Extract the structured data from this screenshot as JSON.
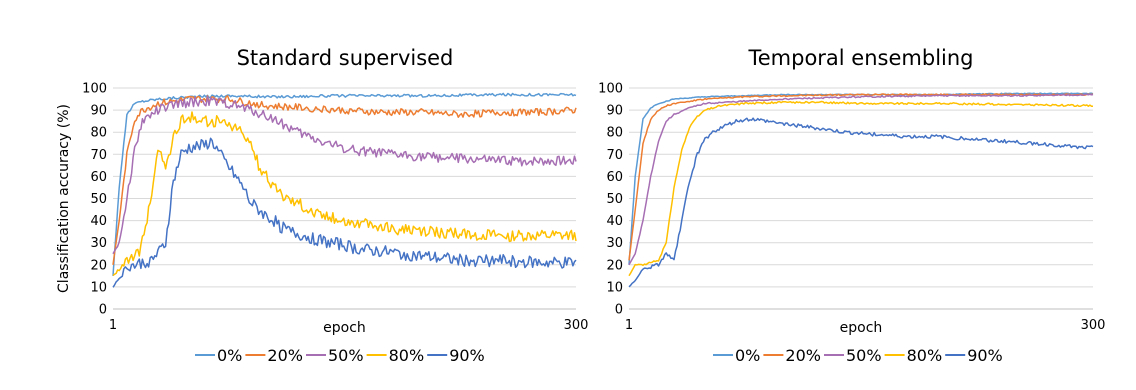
{
  "chart_data": [
    {
      "type": "line",
      "title": "Standard supervised",
      "xlabel": "epoch",
      "ylabel": "Classification accuracy (%)",
      "xlim": [
        1,
        300
      ],
      "ylim": [
        0,
        100
      ],
      "yticks": [
        "0",
        "10",
        "20",
        "30",
        "40",
        "50",
        "60",
        "70",
        "80",
        "90",
        "100"
      ],
      "xticks": [
        "1",
        "300"
      ],
      "grid": true,
      "legend_position": "bottom",
      "series": [
        {
          "name": "0%",
          "color": "#5b9bd5",
          "x": [
            1,
            5,
            10,
            15,
            20,
            30,
            50,
            75,
            100,
            150,
            200,
            250,
            300
          ],
          "y": [
            15,
            55,
            88,
            93,
            94,
            95,
            96,
            96.5,
            96,
            96.5,
            96.5,
            97,
            97
          ]
        },
        {
          "name": "20%",
          "color": "#ed7d31",
          "x": [
            1,
            5,
            10,
            15,
            20,
            30,
            50,
            75,
            100,
            125,
            150,
            175,
            200,
            225,
            250,
            275,
            300
          ],
          "y": [
            20,
            40,
            70,
            86,
            90,
            93,
            95,
            95,
            92,
            91,
            90,
            89,
            89,
            88,
            89,
            89,
            90
          ]
        },
        {
          "name": "50%",
          "color": "#a66eb3",
          "x": [
            1,
            5,
            10,
            15,
            20,
            30,
            45,
            60,
            75,
            90,
            105,
            120,
            135,
            150,
            165,
            180,
            200,
            225,
            250,
            275,
            300
          ],
          "y": [
            25,
            30,
            50,
            72,
            85,
            90,
            93,
            94,
            93,
            90,
            86,
            80,
            76,
            73,
            71,
            70,
            69,
            68,
            67,
            67,
            67
          ]
        },
        {
          "name": "80%",
          "color": "#ffc000",
          "x": [
            1,
            10,
            18,
            25,
            30,
            35,
            40,
            45,
            50,
            55,
            60,
            70,
            80,
            90,
            95,
            100,
            105,
            110,
            115,
            120,
            130,
            140,
            150,
            160,
            175,
            200,
            225,
            250,
            275,
            300
          ],
          "y": [
            15,
            22,
            25,
            48,
            72,
            65,
            77,
            85,
            87,
            86,
            85,
            85,
            82,
            75,
            65,
            60,
            55,
            52,
            50,
            48,
            44,
            42,
            40,
            39,
            37,
            35,
            34,
            33,
            33,
            33
          ]
        },
        {
          "name": "90%",
          "color": "#4472c4",
          "x": [
            1,
            5,
            10,
            15,
            20,
            25,
            30,
            35,
            40,
            45,
            50,
            60,
            65,
            70,
            75,
            80,
            85,
            90,
            95,
            100,
            105,
            110,
            115,
            120,
            125,
            130,
            140,
            150,
            160,
            175,
            200,
            225,
            250,
            275,
            300
          ],
          "y": [
            10,
            14,
            19,
            20,
            21,
            22,
            25,
            30,
            58,
            70,
            73,
            74,
            76,
            70,
            65,
            60,
            55,
            48,
            45,
            42,
            40,
            37,
            35,
            34,
            33,
            32,
            30,
            29,
            27,
            26,
            24,
            22,
            22,
            21,
            21
          ]
        }
      ]
    },
    {
      "type": "line",
      "title": "Temporal ensembling",
      "xlabel": "epoch",
      "ylabel": "",
      "xlim": [
        1,
        300
      ],
      "ylim": [
        0,
        100
      ],
      "yticks": [
        "0",
        "10",
        "20",
        "30",
        "40",
        "50",
        "60",
        "70",
        "80",
        "90",
        "100"
      ],
      "xticks": [
        "1",
        "300"
      ],
      "grid": true,
      "legend_position": "bottom",
      "series": [
        {
          "name": "0%",
          "color": "#5b9bd5",
          "x": [
            1,
            5,
            10,
            15,
            20,
            25,
            30,
            40,
            50,
            75,
            100,
            150,
            200,
            250,
            300
          ],
          "y": [
            20,
            60,
            86,
            91,
            93,
            94,
            95,
            95.5,
            96,
            96.5,
            97,
            97,
            97,
            97.5,
            97.5
          ]
        },
        {
          "name": "20%",
          "color": "#ed7d31",
          "x": [
            1,
            5,
            10,
            15,
            20,
            25,
            30,
            40,
            50,
            75,
            100,
            150,
            200,
            250,
            300
          ],
          "y": [
            22,
            45,
            75,
            86,
            90,
            92,
            93,
            94,
            95,
            96,
            96.5,
            97,
            97,
            97,
            97
          ]
        },
        {
          "name": "50%",
          "color": "#a66eb3",
          "x": [
            1,
            5,
            10,
            15,
            20,
            25,
            30,
            40,
            50,
            75,
            100,
            150,
            200,
            250,
            300
          ],
          "y": [
            20,
            25,
            40,
            60,
            76,
            85,
            88,
            91,
            93,
            94,
            95,
            96,
            96.5,
            96.5,
            97
          ]
        },
        {
          "name": "80%",
          "color": "#ffc000",
          "x": [
            1,
            5,
            10,
            20,
            25,
            30,
            35,
            40,
            45,
            50,
            60,
            75,
            100,
            125,
            150,
            200,
            250,
            300
          ],
          "y": [
            15,
            20,
            20,
            22,
            30,
            55,
            72,
            82,
            87,
            90,
            92,
            93,
            93.5,
            93.5,
            93,
            93,
            92.5,
            92
          ]
        },
        {
          "name": "90%",
          "color": "#4472c4",
          "x": [
            1,
            5,
            10,
            20,
            25,
            30,
            35,
            40,
            45,
            50,
            55,
            60,
            70,
            80,
            90,
            100,
            120,
            140,
            160,
            180,
            200,
            220,
            240,
            260,
            280,
            290,
            300
          ],
          "y": [
            10,
            13,
            18,
            20,
            25,
            22,
            40,
            58,
            70,
            77,
            80,
            82,
            85,
            86,
            85,
            84,
            82,
            80,
            79,
            78,
            78,
            77,
            76,
            75,
            74,
            73,
            73
          ]
        }
      ]
    }
  ]
}
